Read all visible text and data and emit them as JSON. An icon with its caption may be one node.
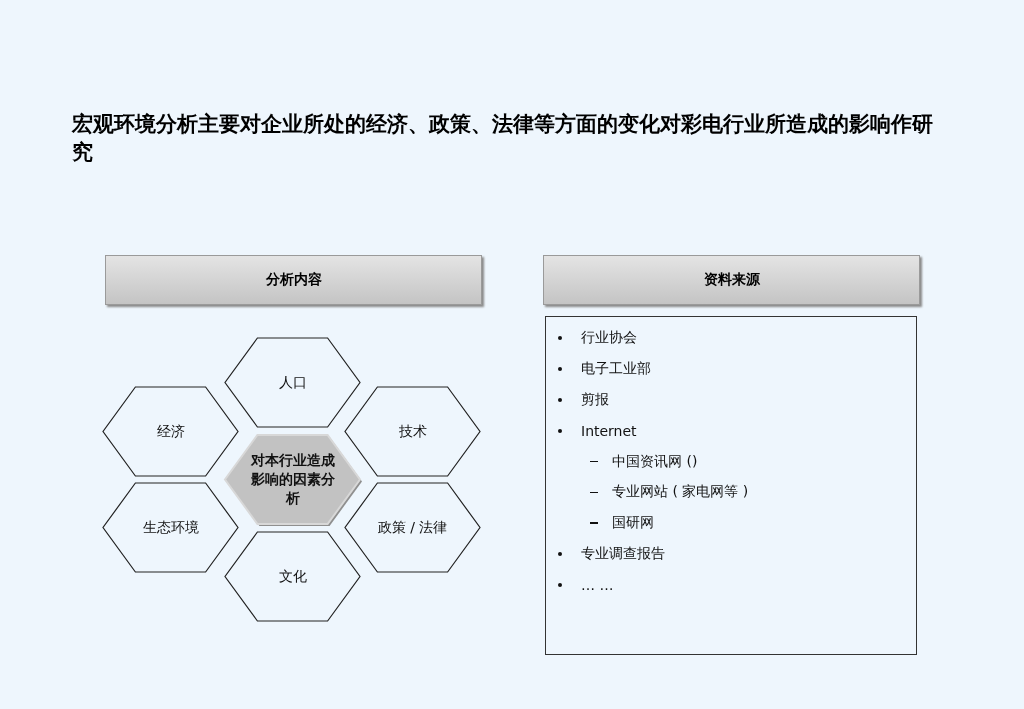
{
  "diagram": {
    "title": "宏观环境分析主要对企业所处的经济、政策、法律等方面的变化对彩电行业所造成的影响作研究",
    "nodes": [
      {
        "text": [
          "分析内容"
        ]
      },
      {
        "text": [
          "资料来源"
        ]
      },
      {
        "text": [
          "人口"
        ]
      },
      {
        "text": [
          "经济"
        ]
      },
      {
        "text": [
          "技术"
        ]
      },
      {
        "text": [
          "对本行业造成影响的因素分析"
        ]
      },
      {
        "text": [
          "生态环境"
        ]
      },
      {
        "text": [
          "政策 / 法律"
        ]
      },
      {
        "text": [
          "文化"
        ]
      },
      {
        "text": [
          "行业协会",
          "电子工业部",
          "剪报",
          "Internet",
          "中国资讯网 ()",
          "专业网站 ( 家电网等 )",
          "国研网",
          "专业调查报告",
          "… …"
        ]
      }
    ],
    "edges": []
  }
}
